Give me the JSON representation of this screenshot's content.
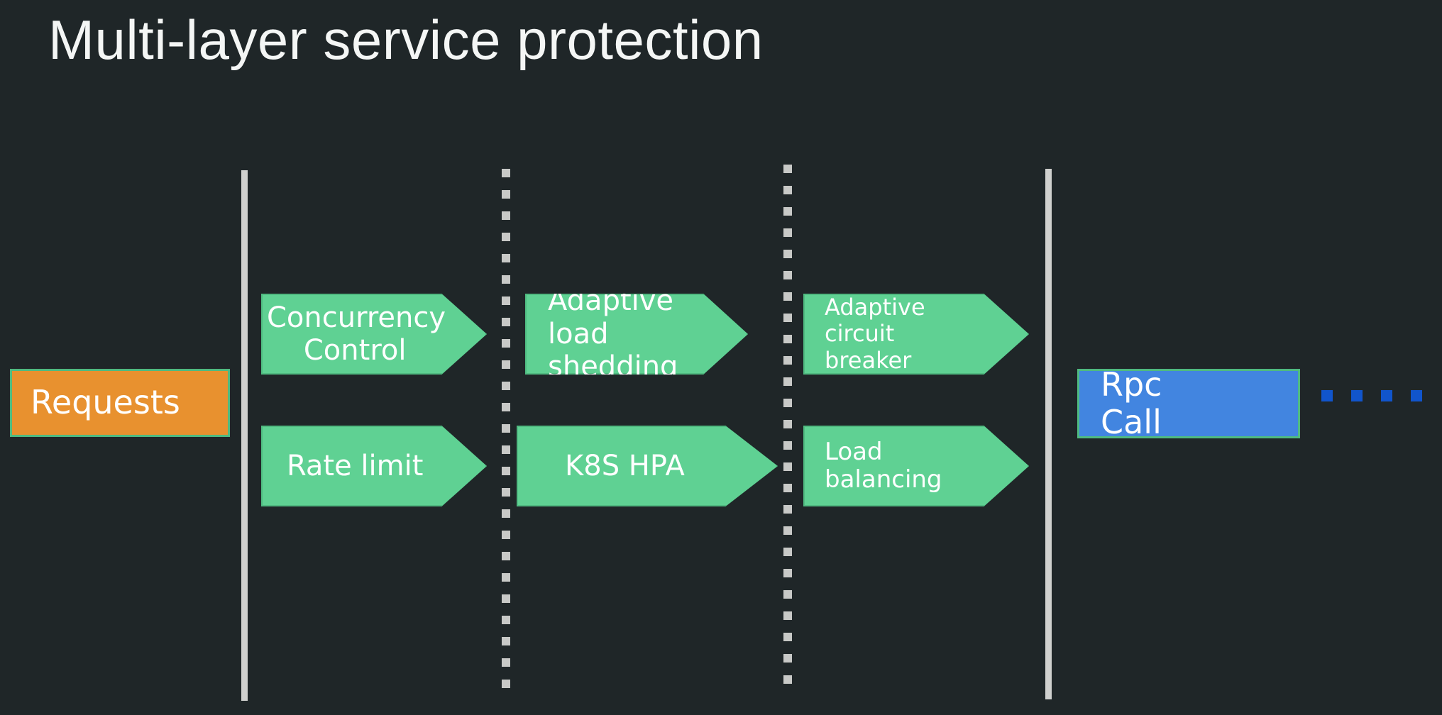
{
  "slide": {
    "title": "Multi-layer service protection",
    "background_color": "#1f2628",
    "title_color": "#f4f6f5"
  },
  "colors": {
    "background": "#1f2628",
    "stage_green": "#5fd193",
    "stage_green_border": "#4fba80",
    "requests_orange": "#e8912f",
    "rpc_blue": "#4285e0",
    "divider_gray": "#cfd0ce",
    "dotted_gray": "#c8c9c7",
    "trailing_dot_blue": "#1155cc",
    "label_white": "#ffffff"
  },
  "entry_arrow": {
    "label": "Requests",
    "color": "#e8912f",
    "icon": "right-arrow-icon"
  },
  "exit_arrow": {
    "label": "Rpc Call",
    "color": "#4285e0",
    "icon": "right-arrow-icon"
  },
  "trailing_dots": {
    "count": 4,
    "color": "#1155cc"
  },
  "boundaries": [
    {
      "name": "left-boundary",
      "type": "solid"
    },
    {
      "name": "right-boundary",
      "type": "solid"
    }
  ],
  "separators": [
    {
      "name": "separator-1",
      "type": "dotted"
    },
    {
      "name": "separator-2",
      "type": "dotted"
    }
  ],
  "stages": [
    {
      "column": 1,
      "rows": [
        {
          "label": "Concurrency Control",
          "align": "center"
        },
        {
          "label": "Rate limit",
          "align": "center"
        }
      ]
    },
    {
      "column": 2,
      "rows": [
        {
          "label": "Adaptive load shedding",
          "align": "left"
        },
        {
          "label": "K8S HPA",
          "align": "center"
        }
      ]
    },
    {
      "column": 3,
      "rows": [
        {
          "label": "Adaptive circuit breaker",
          "align": "left"
        },
        {
          "label": "Load balancing",
          "align": "left"
        }
      ]
    }
  ],
  "stage_flat": {
    "c1r1": "Concurrency Control",
    "c1r2": "Rate limit",
    "c2r1": "Adaptive load shedding",
    "c2r2": "K8S HPA",
    "c3r1": "Adaptive circuit breaker",
    "c3r2": "Load balancing"
  }
}
